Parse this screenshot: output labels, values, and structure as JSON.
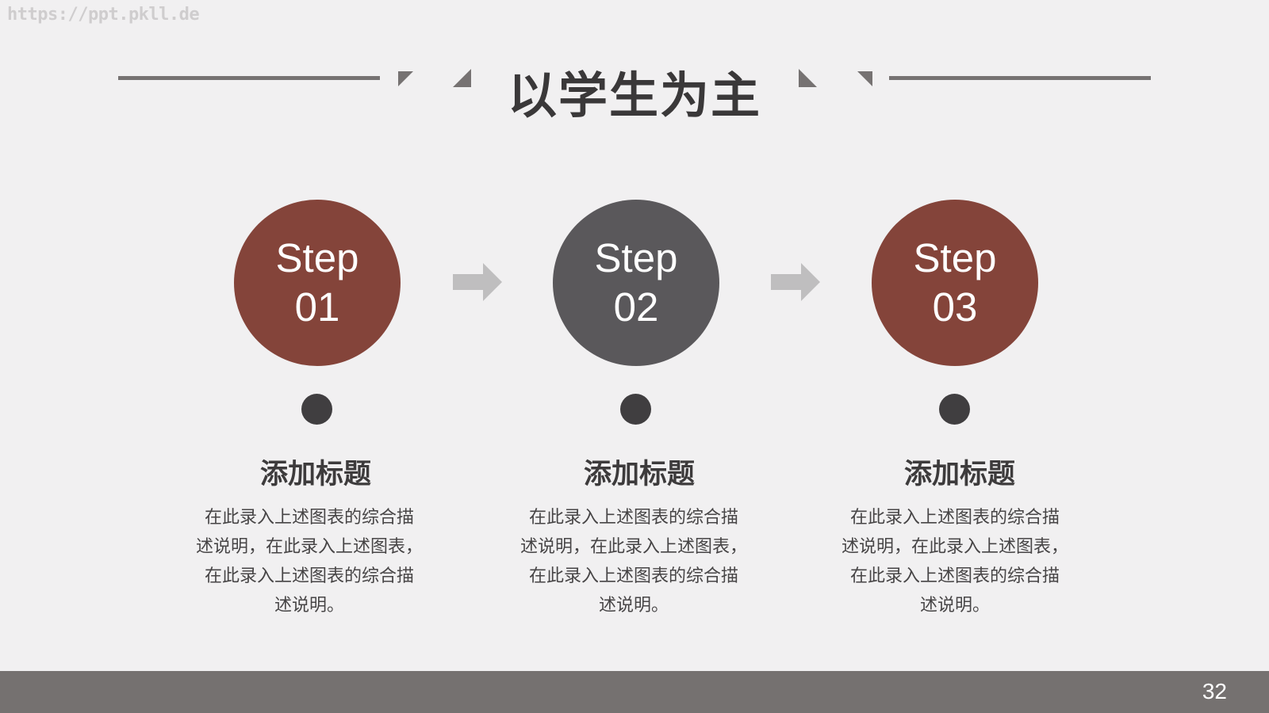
{
  "watermark": "https://ppt.pkll.de",
  "header": {
    "title": "以学生为主",
    "rule_color": "#767272"
  },
  "steps": [
    {
      "word": "Step",
      "number": "01",
      "color": "#84443a",
      "heading": "添加标题",
      "body_lines": [
        "在此录入上述图表的综合描",
        "述说明，在此录入上述图表，",
        "在此录入上述图表的综合描",
        "述说明。"
      ]
    },
    {
      "word": "Step",
      "number": "02",
      "color": "#5a585b",
      "heading": "添加标题",
      "body_lines": [
        "在此录入上述图表的综合描",
        "述说明，在此录入上述图表，",
        "在此录入上述图表的综合描",
        "述说明。"
      ]
    },
    {
      "word": "Step",
      "number": "03",
      "color": "#84443a",
      "heading": "添加标题",
      "body_lines": [
        "在此录入上述图表的综合描",
        "述说明，在此录入上述图表，",
        "在此录入上述图表的综合描",
        "述说明。"
      ]
    }
  ],
  "connectors": [
    {
      "icon": "arrow-right-icon",
      "color": "#bfbebf"
    },
    {
      "icon": "arrow-right-icon",
      "color": "#bfbebf"
    }
  ],
  "footer": {
    "page_number": "32",
    "bar_color": "#757170"
  }
}
